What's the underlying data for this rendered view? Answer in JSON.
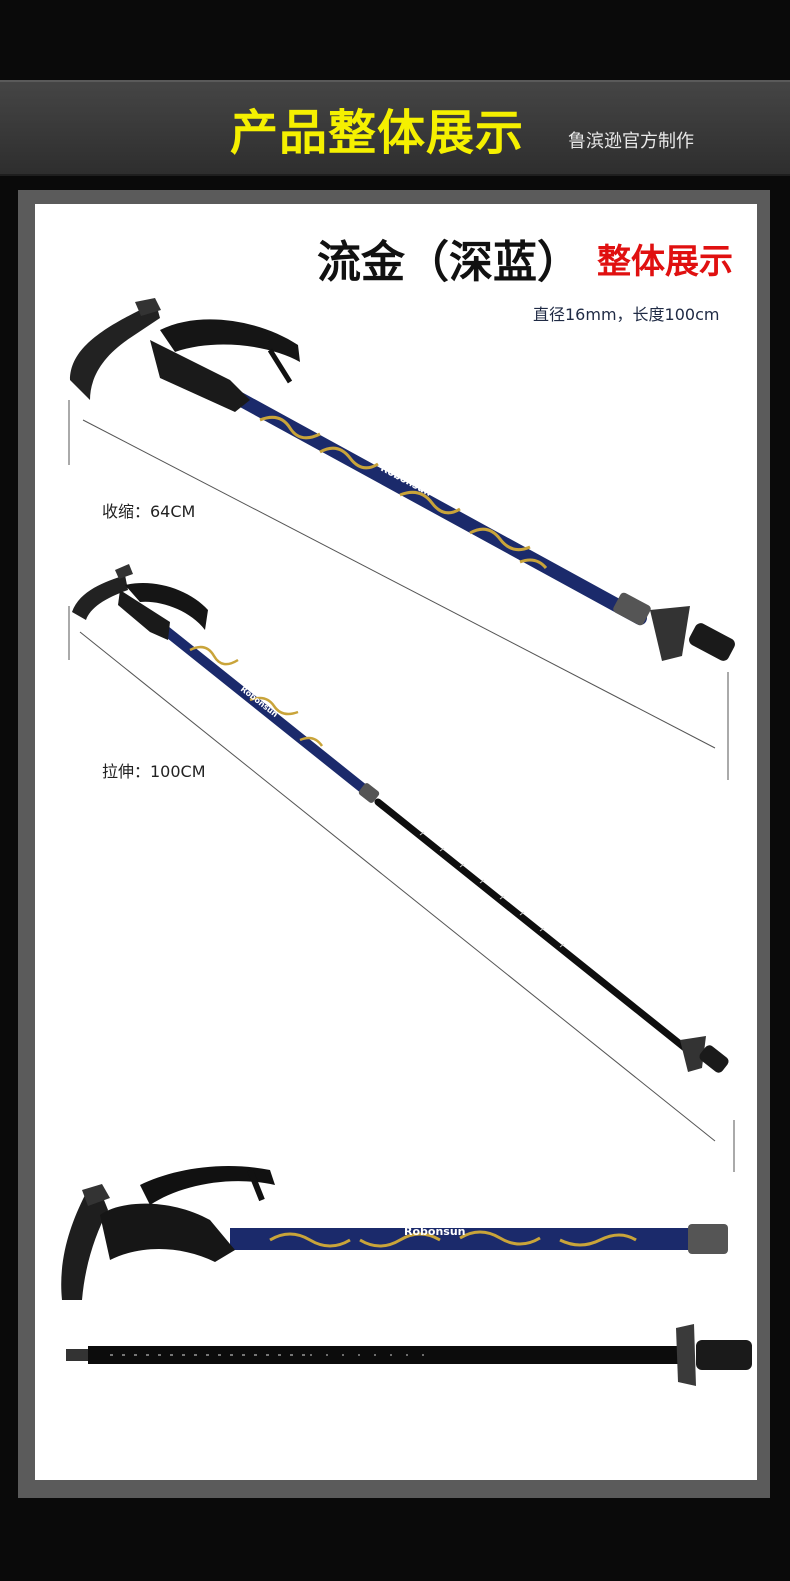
{
  "header": {
    "title": "产品整体展示",
    "maker": "鲁滨逊官方制作"
  },
  "section": {
    "title_black": "流金（深蓝）",
    "title_red": "整体展示",
    "spec": "直径16mm，长度100cm"
  },
  "labels": {
    "collapsed": "收缩：64CM",
    "extended": "拉伸：100CM"
  },
  "brand_text": "Robonsun",
  "colors": {
    "title_yellow": "#f5f000",
    "accent_red": "#e01010",
    "shaft_blue": "#1b2a6b",
    "pattern_gold": "#c9a43a"
  }
}
